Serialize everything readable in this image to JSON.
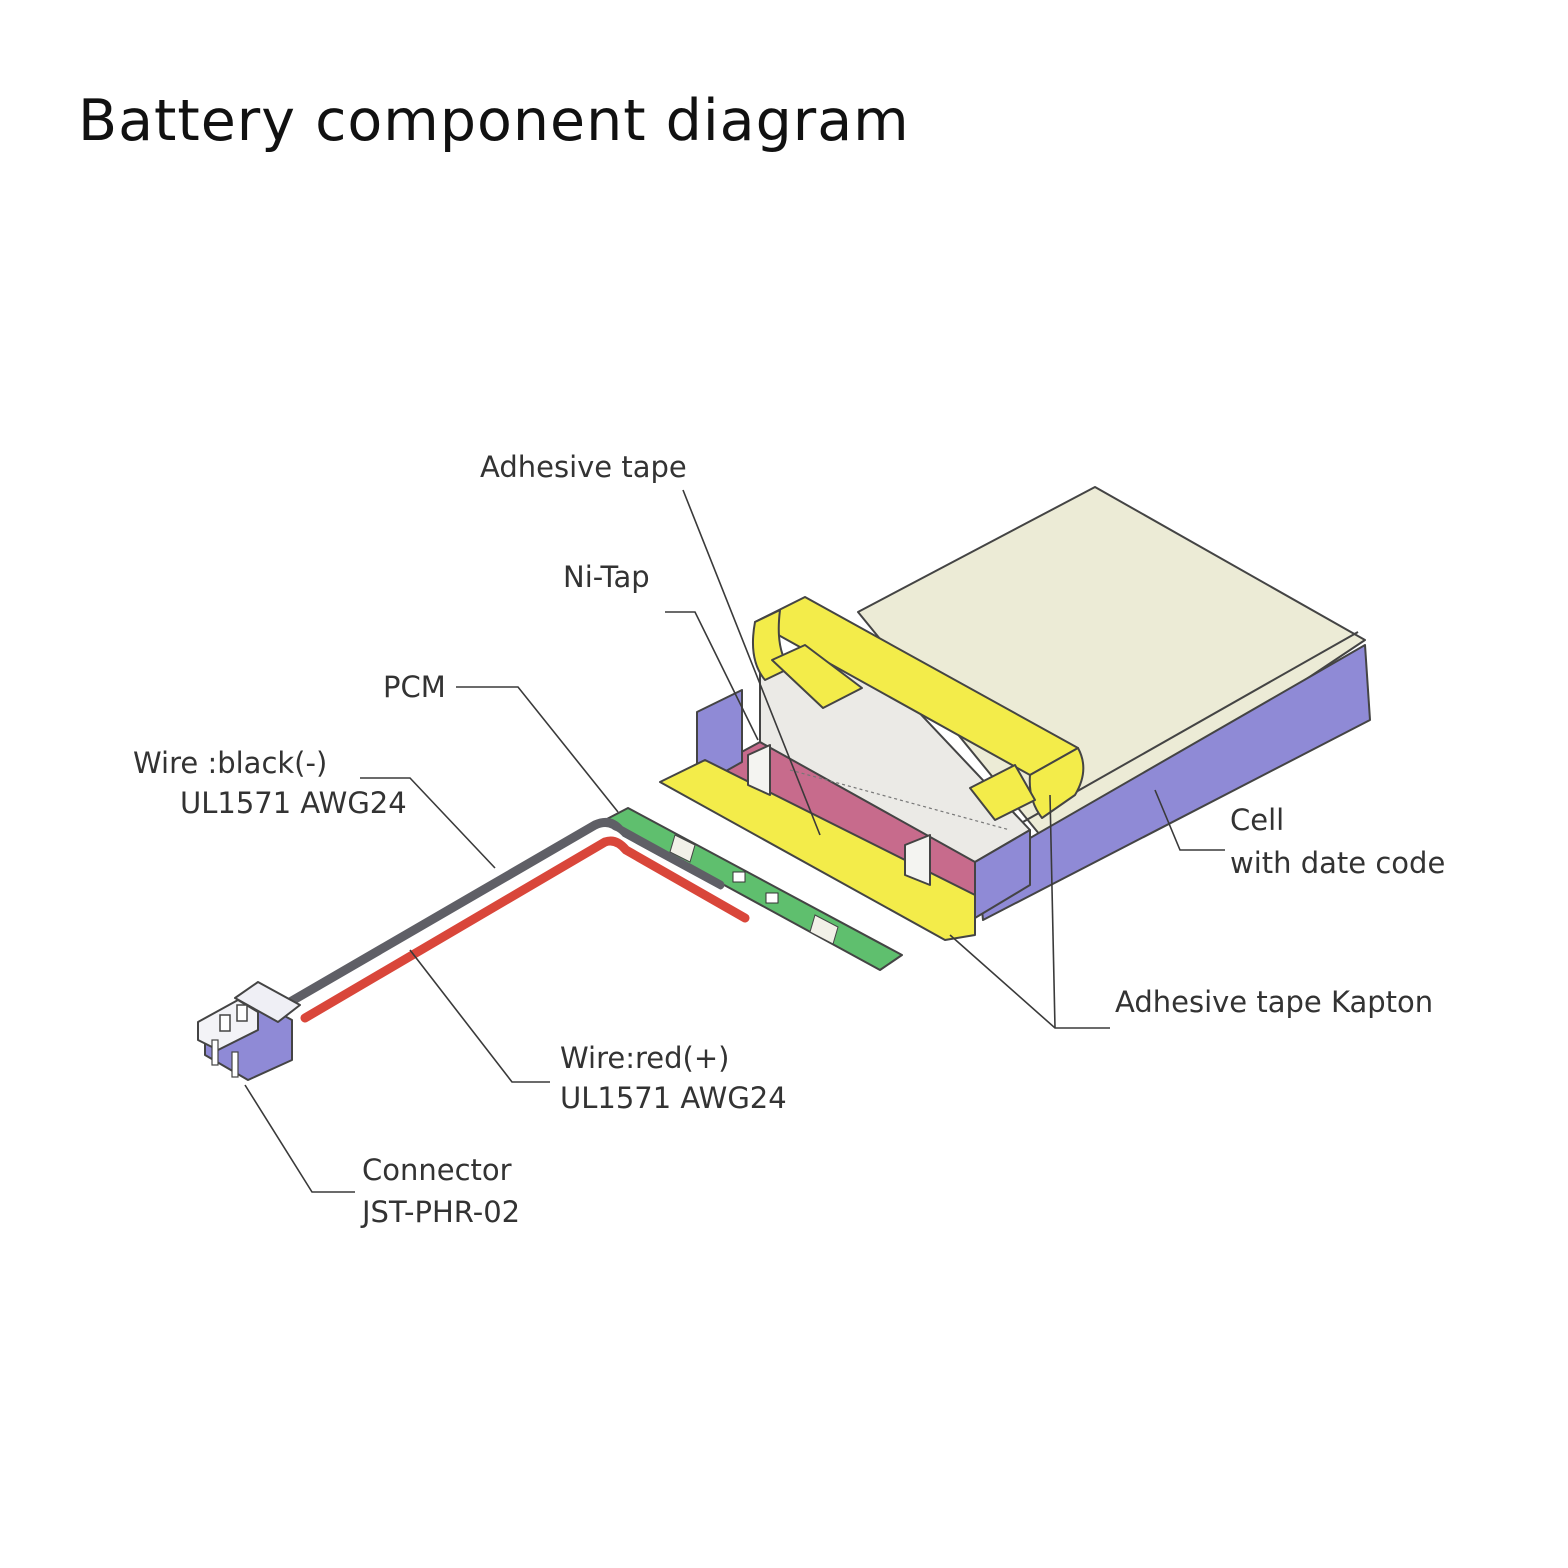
{
  "title": "Battery component diagram",
  "labels": {
    "adhesive_tape": "Adhesive tape",
    "ni_tap": "Ni-Tap",
    "pcm": "PCM",
    "wire_black_line1": "Wire :black(-)",
    "wire_black_line2": "UL1571 AWG24",
    "cell_line1": "Cell",
    "cell_line2": "with date code",
    "adhesive_tape_kapton": "Adhesive tape Kapton",
    "wire_red_line1": "Wire:red(+)",
    "wire_red_line2": "UL1571 AWG24",
    "connector_line1": "Connector",
    "connector_line2": "JST-PHR-02"
  },
  "colors": {
    "cell_top": "#ecebd6",
    "cell_side": "#8f8ad6",
    "tape_yellow": "#f3ec4a",
    "pcm_pink": "#c76b8c",
    "pcb_green": "#5fbf6e",
    "wire_black": "#5f5f66",
    "wire_red": "#d9463a",
    "connector": "#8f8ad6"
  }
}
